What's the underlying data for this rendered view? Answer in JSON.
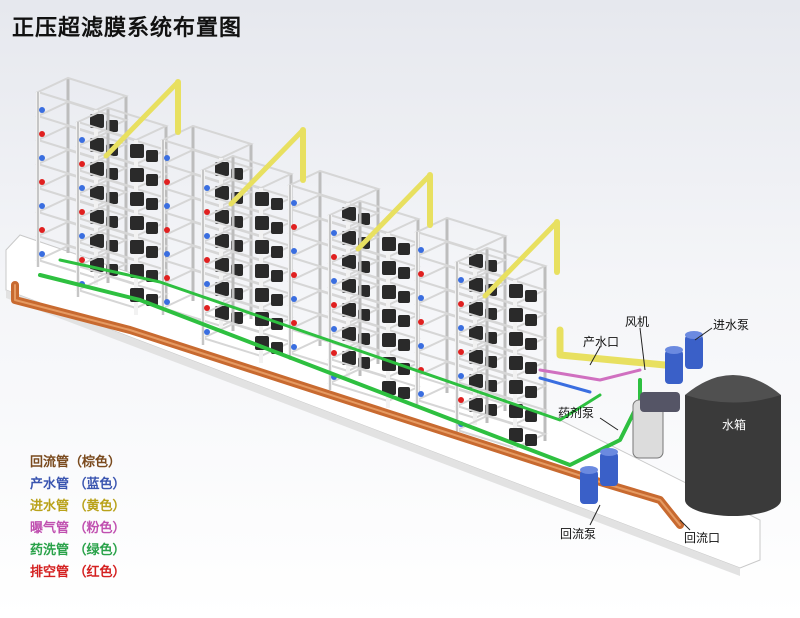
{
  "title": "正压超滤膜系统布置图",
  "labels": {
    "product_outlet": "产水口",
    "blower": "风机",
    "feed_pump": "进水泵",
    "dosing_pump": "药剂泵",
    "water_tank": "水箱",
    "return_pump": "回流泵",
    "return_outlet": "回流口"
  },
  "legend": [
    {
      "text": "回流管（棕色）",
      "color": "#7a4a1e"
    },
    {
      "text": "产水管 （蓝色）",
      "color": "#3a55b0"
    },
    {
      "text": "进水管 （黄色）",
      "color": "#b9a21a"
    },
    {
      "text": "曝气管 （粉色）",
      "color": "#c050b0"
    },
    {
      "text": "药洗管 （绿色）",
      "color": "#2aa24a"
    },
    {
      "text": "排空管 （红色）",
      "color": "#d42020"
    }
  ],
  "colors": {
    "pipe_return": "#c86a30",
    "pipe_product": "#3a6ee0",
    "pipe_feed": "#e8e060",
    "pipe_aeration": "#d070c0",
    "pipe_chem": "#2ec040",
    "pipe_drain": "#e02020",
    "frame": "#f2f2f2",
    "module": "#2a2a2a",
    "tank": "#3a3a3a",
    "pump": "#3a60c8"
  }
}
